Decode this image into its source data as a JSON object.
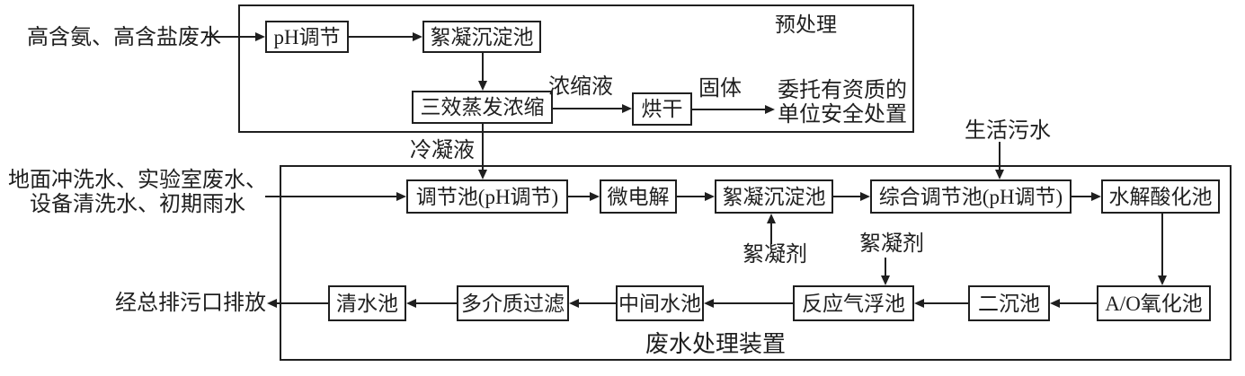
{
  "containers": {
    "pretreatment": {
      "label": "预处理"
    },
    "treatment": {
      "label": "废水处理装置"
    }
  },
  "nodes": {
    "ph_adjust": "pH调节",
    "floc_sediment_1": "絮凝沉淀池",
    "triple_effect_evap": "三效蒸发浓缩",
    "drying": "烘干",
    "regulating_tank": "调节池(pH调节)",
    "micro_electrolysis": "微电解",
    "floc_sediment_2": "絮凝沉淀池",
    "comprehensive_regulating_tank": "综合调节池(pH调节)",
    "hydrolysis_acidification": "水解酸化池",
    "ao_oxidation": "A/O氧化池",
    "secondary_sediment": "二沉池",
    "reaction_flotation": "反应气浮池",
    "intermediate_tank": "中间水池",
    "multimedia_filter": "多介质过滤",
    "clean_water_tank": "清水池"
  },
  "labels": {
    "input_high_ammonia": "高含氨、高含盐废水",
    "input_mixed_line1": "地面冲洗水、实验室废水、",
    "input_mixed_line2": "设备清洗水、初期雨水",
    "concentrate": "浓缩液",
    "solid": "固体",
    "entrust_line1": "委托有资质的",
    "entrust_line2": "单位安全处置",
    "condensate": "冷凝液",
    "domestic_sewage": "生活污水",
    "flocculant_1": "絮凝剂",
    "flocculant_2": "絮凝剂",
    "outfall_discharge": "经总排污口排放"
  },
  "colors": {
    "line": "#1f1f1f",
    "background": "#ffffff",
    "text": "#1f1f1f"
  }
}
